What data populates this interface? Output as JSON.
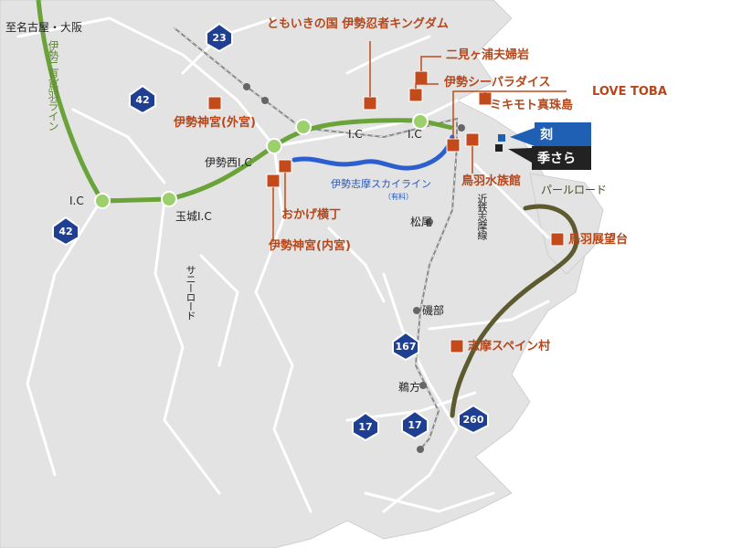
{
  "title_direction": "至名古屋・大阪",
  "rail_line_green": "伊勢二見鳥羽ライン",
  "skyline": {
    "name": "伊勢志摩スカイライン",
    "note": "（有料）"
  },
  "kintetsu_line": "近鉄志摩線",
  "pearl_road": "パールロード",
  "sunny_road": "サニーロード",
  "ic": {
    "ic1": "I.C",
    "ic2": "I.C",
    "ise_nishi": "伊勢西I.C",
    "tamaki": "玉城I.C",
    "left": "I.C"
  },
  "stations": {
    "matsuo": "松尾",
    "isobe": "磯部",
    "ugata": "鵜方"
  },
  "spots": {
    "tomoiki": "ともいきの国 伊勢忍者キングダム",
    "futami": "二見ヶ浦夫婦岩",
    "paradise": "伊勢シーパラダイス",
    "love_toba": "LOVE TOBA",
    "mikimoto": "ミキモト真珠島",
    "geku": "伊勢神宮(外宮)",
    "aquarium": "鳥羽水族館",
    "okage": "おかげ横丁",
    "naiku": "伊勢神宮(内宮)",
    "observatory": "鳥羽展望台",
    "spain": "志摩スペイン村"
  },
  "hotels": {
    "koku": {
      "label": "刻",
      "color": "#1f5fb4"
    },
    "kisara": {
      "label": "季さら",
      "color": "#222222"
    }
  },
  "routes": [
    "23",
    "42",
    "42",
    "167",
    "17",
    "17",
    "260"
  ],
  "colors": {
    "land": "#e3e3e3",
    "roads": "#ffffff",
    "green_line": "#6aa33a",
    "skyline": "#2b5fd0",
    "pearl": "#5c5a2e",
    "spot": "#c24a1b",
    "route_shield": "#1f3f93"
  }
}
